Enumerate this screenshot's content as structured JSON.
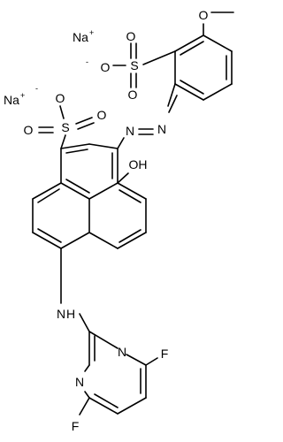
{
  "molecule": {
    "counterions": [
      {
        "symbol": "Na",
        "charge": "+"
      },
      {
        "symbol": "Na",
        "charge": "+"
      }
    ],
    "sulfonate_upper": {
      "O_minus": "O",
      "minus": "-",
      "S": "S",
      "O_a": "O",
      "O_b": "O"
    },
    "sulfonate_lower": {
      "O_minus": "O",
      "minus": "-",
      "S": "S",
      "O_a": "O",
      "O_b": "O"
    },
    "methoxy_O": "O",
    "azo": {
      "N1": "N",
      "N2": "N"
    },
    "hydroxyl": "OH",
    "amine": {
      "N": "N",
      "H": "H"
    },
    "pyrimidine": {
      "N_upper": "N",
      "N_lower": "N"
    },
    "fluorines": [
      "F",
      "F"
    ]
  }
}
